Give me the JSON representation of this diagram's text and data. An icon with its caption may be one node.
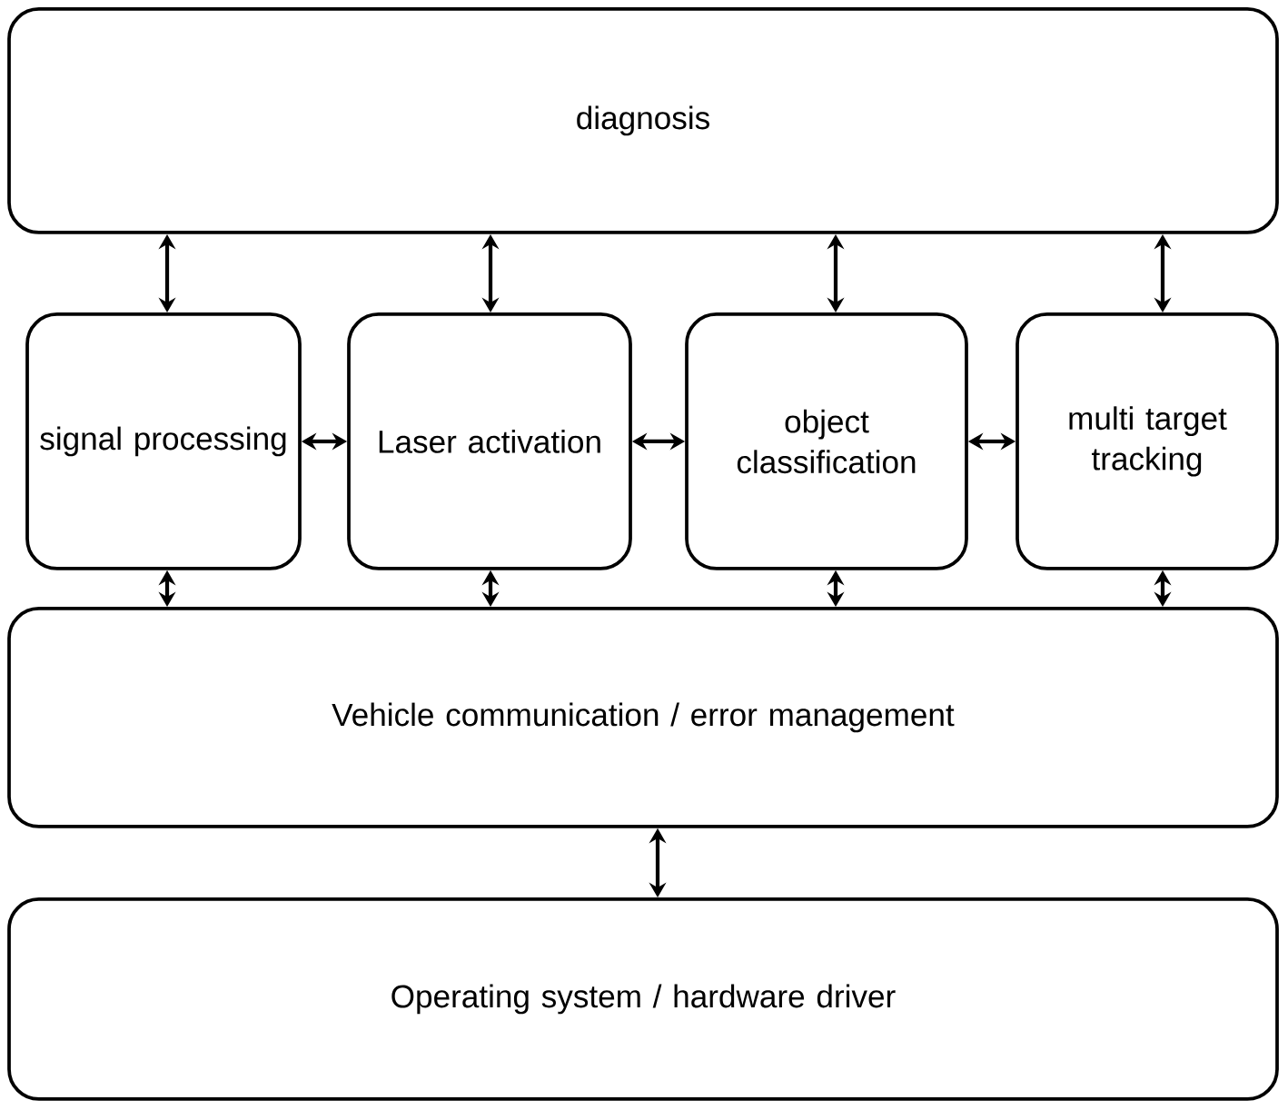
{
  "diagram": {
    "nodes": [
      {
        "text": [
          "diagnosis"
        ]
      },
      {
        "text": [
          "signal processing"
        ]
      },
      {
        "text": [
          "Laser activation"
        ]
      },
      {
        "text": [
          "object classification"
        ]
      },
      {
        "text": [
          "multi target tracking"
        ]
      },
      {
        "text": [
          "Vehicle communication / error management"
        ]
      },
      {
        "text": [
          "Operating system / hardware driver"
        ]
      }
    ],
    "edges": [
      {
        "from": 0,
        "to": 1,
        "arrow": "both"
      },
      {
        "from": 0,
        "to": 2,
        "arrow": "both"
      },
      {
        "from": 0,
        "to": 3,
        "arrow": "both"
      },
      {
        "from": 0,
        "to": 4,
        "arrow": "both"
      },
      {
        "from": 1,
        "to": 2,
        "arrow": "both"
      },
      {
        "from": 2,
        "to": 3,
        "arrow": "both"
      },
      {
        "from": 3,
        "to": 4,
        "arrow": "both"
      },
      {
        "from": 1,
        "to": 5,
        "arrow": "both"
      },
      {
        "from": 2,
        "to": 5,
        "arrow": "both"
      },
      {
        "from": 3,
        "to": 5,
        "arrow": "both"
      },
      {
        "from": 4,
        "to": 5,
        "arrow": "both"
      },
      {
        "from": 5,
        "to": 6,
        "arrow": "both"
      }
    ]
  }
}
